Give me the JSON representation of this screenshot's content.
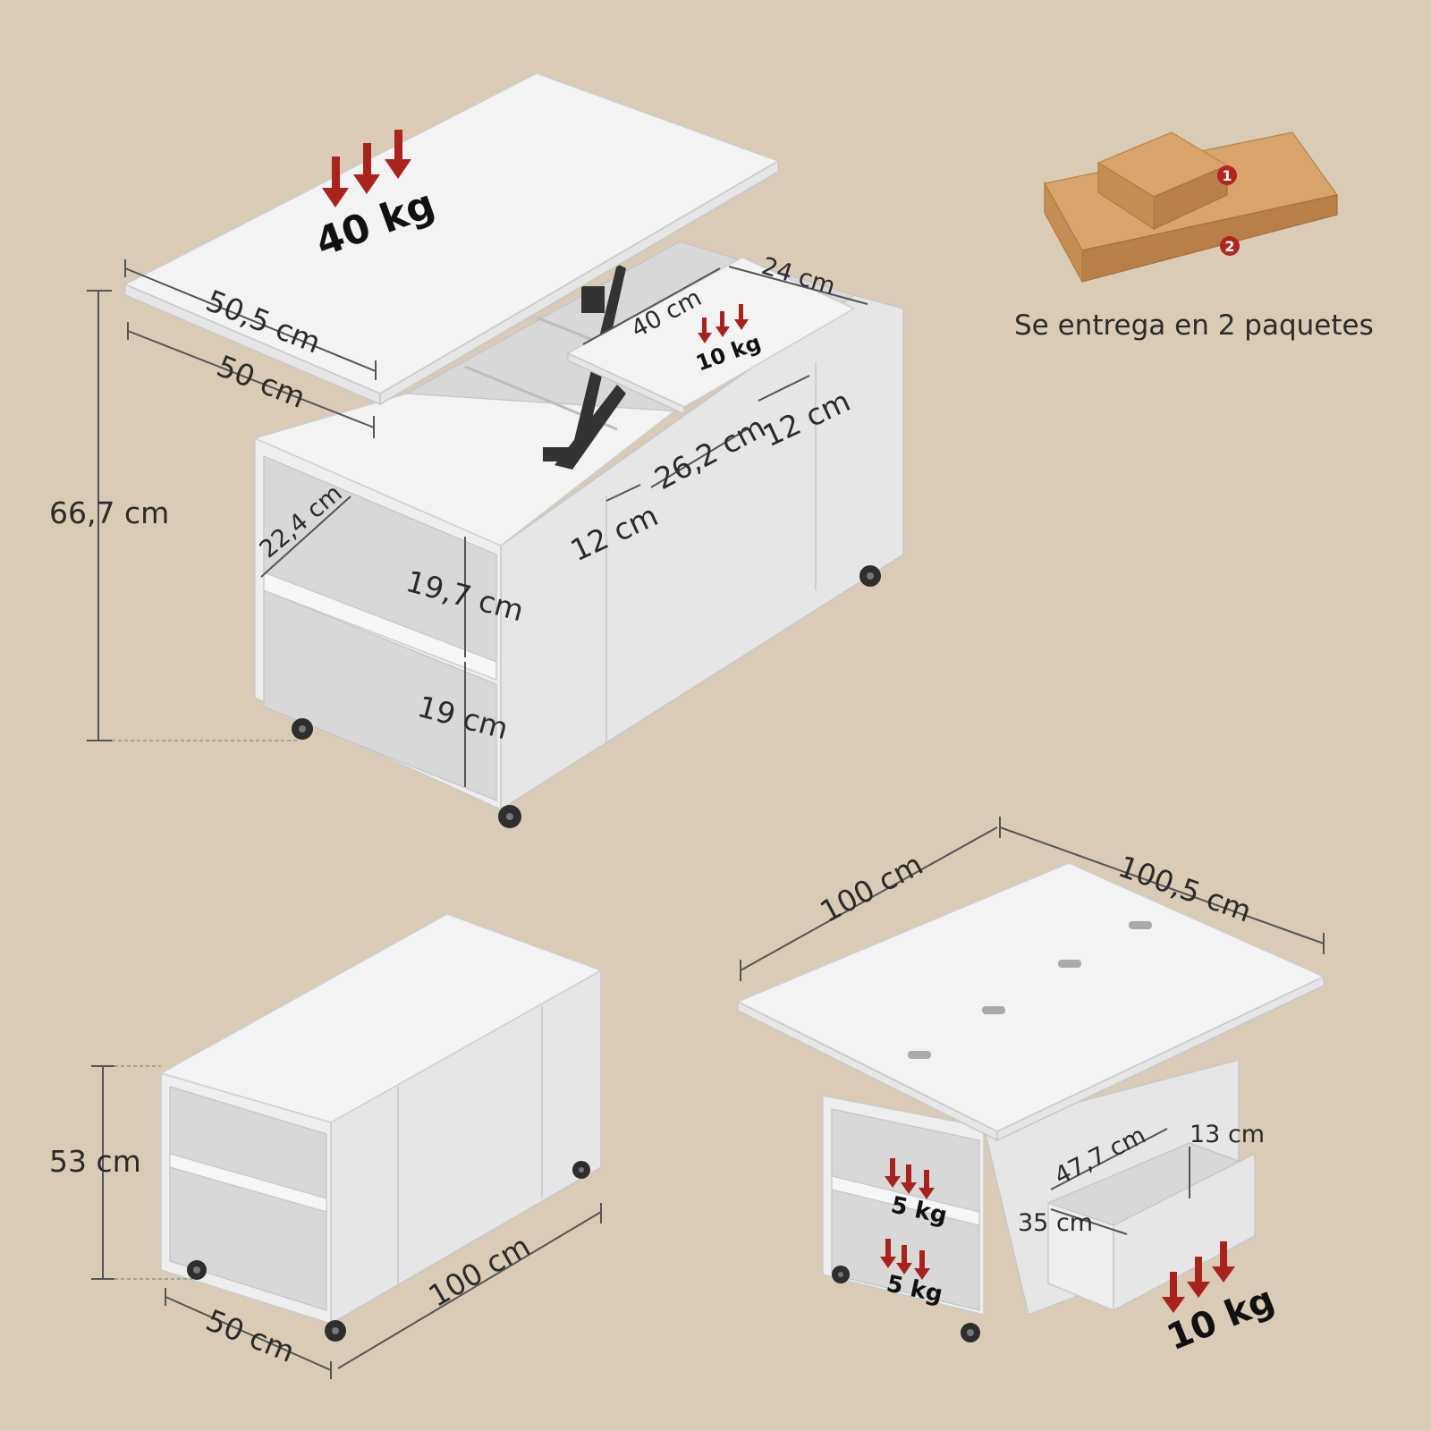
{
  "colors": {
    "background": "#d9cbb6",
    "furniture": "#f0f0f0",
    "arrow": "#a8231b",
    "cardboard": "#d9a46b"
  },
  "top_view": {
    "load_top": "40 kg",
    "load_tray": "10 kg",
    "top_length": "50,5 cm",
    "body_width": "50 cm",
    "height": "66,7 cm",
    "tray_width": "40 cm",
    "tray_depth": "24 cm",
    "comp_side": "12 cm",
    "comp_mid": "26,2 cm",
    "comp_right": "12 cm",
    "shelf_depth": "22,4 cm",
    "shelf_upper": "19,7 cm",
    "shelf_lower": "19 cm"
  },
  "package": {
    "badge_1": "1",
    "badge_2": "2",
    "label": "Se entrega en 2 paquetes"
  },
  "closed_view": {
    "height": "53 cm",
    "width": "50 cm",
    "length": "100 cm"
  },
  "open_view": {
    "width": "100 cm",
    "length": "100,5 cm",
    "drawer_width": "47,7 cm",
    "drawer_height": "13 cm",
    "drawer_depth": "35 cm",
    "shelf_load_1": "5 kg",
    "shelf_load_2": "5 kg",
    "drawer_load": "10 kg"
  }
}
